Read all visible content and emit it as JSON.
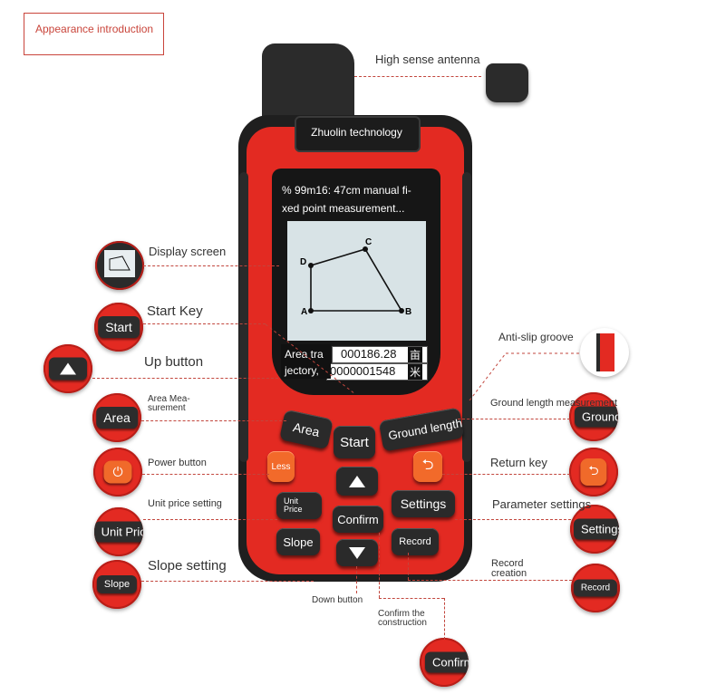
{
  "intro_title": "Appearance introduction",
  "labels": {
    "antenna": "High sense antenna",
    "display": "Display screen",
    "start_key": "Start Key",
    "up_button": "Up button",
    "area_measurement": "Area Mea- surement",
    "power_button": "Power button",
    "unit_price_setting": "Unit price setting",
    "slope_setting": "Slope setting",
    "down_button": "Down button",
    "confirm_construction": "Confirm the construction",
    "anti_slip": "Anti-slip groove",
    "ground_length_measurement": "Ground length measurement",
    "return_key": "Return key",
    "parameter_settings": "Parameter settings",
    "record_creation": "Record creation"
  },
  "device": {
    "brand": "Zhuolin technology",
    "screen_header": "% 99m16: 47cm manual fi- xed point measurement...",
    "points": [
      "A",
      "B",
      "C",
      "D"
    ],
    "trajectory_label": "Area tra jectory,",
    "readout1": "000186.28",
    "unit1": "亩",
    "readout2": "0000001548",
    "unit2": "米",
    "buttons": {
      "area": "Area",
      "start": "Start",
      "ground_length": "Ground length",
      "less": "Less",
      "unit_price": "Unit Price",
      "settings": "Settings",
      "confirm": "Confirm",
      "slope": "Slope",
      "record": "Record"
    }
  },
  "callouts": {
    "start": "Start",
    "area": "Area",
    "unit_price": "Unit Price",
    "slope": "Slope",
    "ground": "Ground length",
    "settings": "Settings",
    "record": "Record",
    "confirm": "Confirm"
  },
  "colors": {
    "device_red": "#e32a22",
    "accent": "#c9453b",
    "button_dark": "#2a2a2a",
    "orange": "#f26a2a"
  }
}
